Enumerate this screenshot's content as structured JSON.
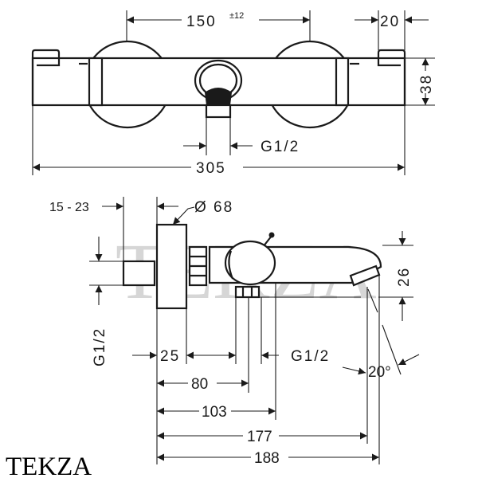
{
  "top_view": {
    "dim_center_spacing": "150",
    "dim_center_tolerance": "±12",
    "dim_cap": "20",
    "dim_height": "38",
    "outlet_thread": "G1/2",
    "dim_total_width": "305"
  },
  "side_view": {
    "dim_wall_offset": "15 - 23",
    "dim_diameter": "Ø 68",
    "inlet_thread": "G1/2",
    "dim_spout_height": "26",
    "dim_25": "25",
    "outlet_thread": "G1/2",
    "dim_80": "80",
    "dim_103": "103",
    "dim_177": "177",
    "dim_188": "188",
    "spout_angle": "20°"
  },
  "watermark": "TEKZA",
  "logo": "TEKZA"
}
